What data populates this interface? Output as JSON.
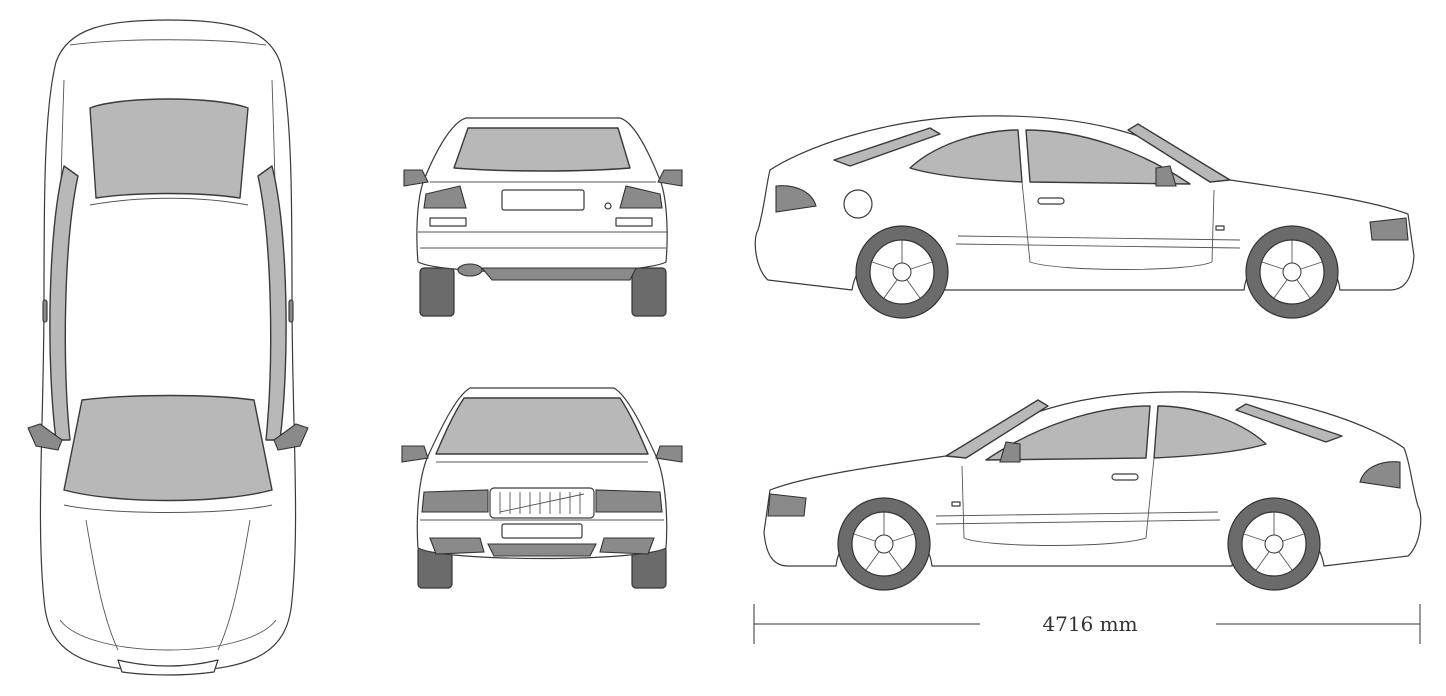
{
  "dimension": {
    "length_label": "4716 mm"
  },
  "views": [
    "top-view",
    "rear-view",
    "front-view",
    "side-view-left",
    "side-view-right"
  ],
  "colors": {
    "glass": "#b8b8b8",
    "tyre": "#6b6b6b",
    "outline": "#3a3a3a",
    "background": "#ffffff"
  }
}
